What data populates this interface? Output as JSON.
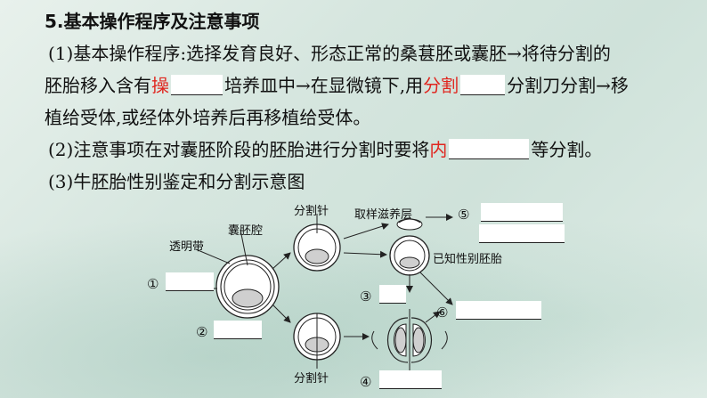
{
  "heading": "5.基本操作程序及注意事项",
  "p1": {
    "l1": "(1)基本操作程序:选择发育良好、形态正常的桑葚胚或囊胚→将待分割的",
    "l2_a": "胚胎移入含有",
    "l2_red1": "操",
    "l2_b": "培养皿中→在显微镜下,用",
    "l2_red2": "分割",
    "l2_c": "分割刀分割→移",
    "l3": "植给受体,或经体外培养后再移植给受体。"
  },
  "p2": {
    "a": "(2)注意事项在对囊胚阶段的胚胎进行分割时要将",
    "red": "内",
    "b": "等分割。"
  },
  "p3": "(3)牛胚胎性别鉴定和分割示意图",
  "diagram": {
    "toumingdai": "透明带",
    "nangpeiqiang": "囊胚腔",
    "fengezhen_top": "分割针",
    "fengezhen_bottom": "分割针",
    "quyang": "取样滋养层",
    "yizhi": "已知性别胚胎",
    "m1": "①",
    "m2": "②",
    "m3": "③",
    "m4": "④",
    "m5": "⑤",
    "m6": "⑥"
  }
}
